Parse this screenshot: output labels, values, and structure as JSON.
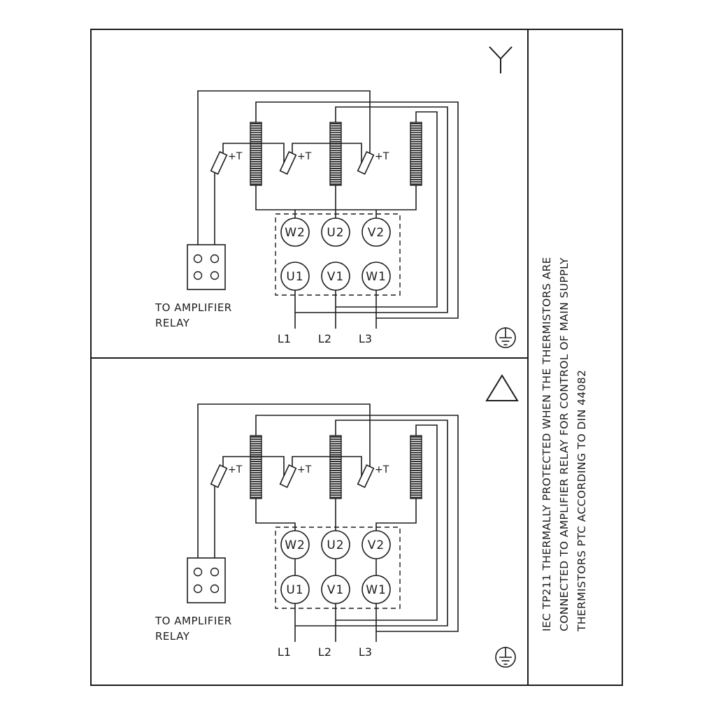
{
  "colors": {
    "ink": "#1c1c1c",
    "background": "#ffffff"
  },
  "icons": {
    "star": "star-connection-icon",
    "delta": "delta-connection-icon",
    "ground": "earth-ground-icon"
  },
  "labels": {
    "thermistor": "+T",
    "relay_line1": "TO AMPLIFIER",
    "relay_line2": "RELAY",
    "terminals_top": [
      "W2",
      "U2",
      "V2"
    ],
    "terminals_bottom": [
      "U1",
      "V1",
      "W1"
    ],
    "supply": [
      "L1",
      "L2",
      "L3"
    ]
  },
  "side_note": {
    "line1": "IEC TP211 THERMALLY PROTECTED WHEN THE THERMISTORS ARE",
    "line2": "CONNECTED TO AMPLIFIER RELAY FOR CONTROL OF MAIN SUPPLY",
    "line3": "THERMISTORS PTC ACCORDING TO DIN 44082"
  }
}
